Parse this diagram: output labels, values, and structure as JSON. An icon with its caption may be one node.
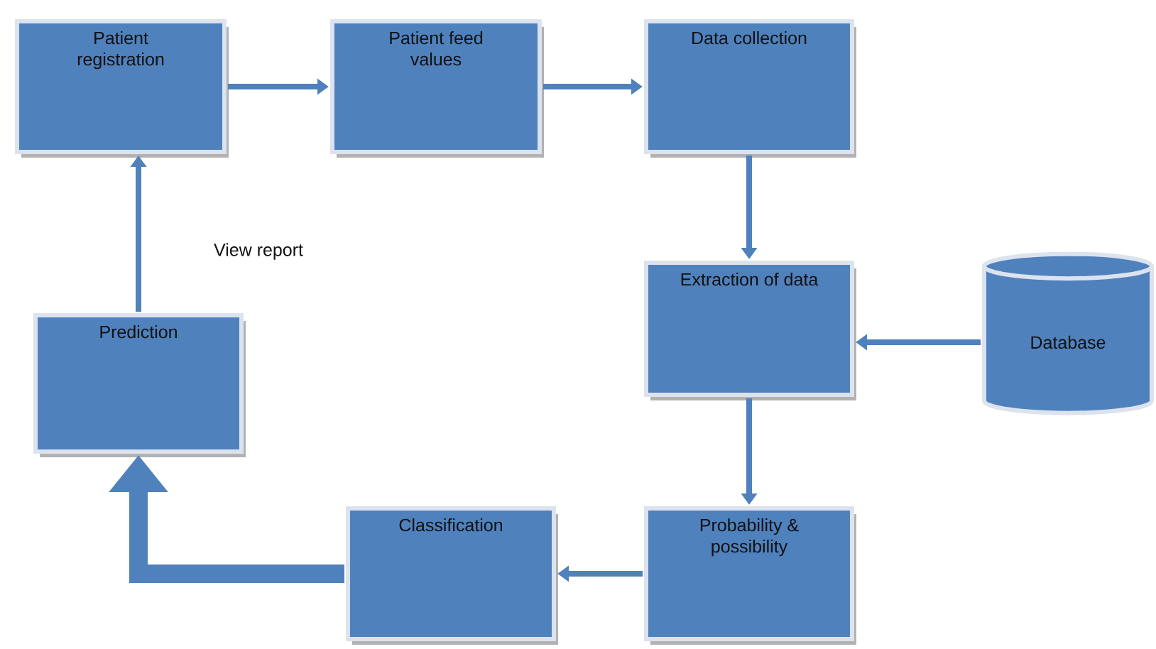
{
  "diagram": {
    "nodes": [
      {
        "text": [
          "Patient registration"
        ]
      },
      {
        "text": [
          "Patient feed values"
        ]
      },
      {
        "text": [
          "Data collection"
        ]
      },
      {
        "text": [
          "Extraction of data"
        ]
      },
      {
        "text": [
          "Database"
        ]
      },
      {
        "text": [
          "Probability & possibility"
        ]
      },
      {
        "text": [
          "Classification"
        ]
      },
      {
        "text": [
          "Prediction"
        ]
      }
    ],
    "edges": [
      {
        "from": 0,
        "to": 1,
        "arrow": "to"
      },
      {
        "from": 1,
        "to": 2,
        "arrow": "to"
      },
      {
        "from": 2,
        "to": 3,
        "arrow": "to"
      },
      {
        "from": 4,
        "to": 3,
        "arrow": "to"
      },
      {
        "from": 3,
        "to": 5,
        "arrow": "to"
      },
      {
        "from": 5,
        "to": 6,
        "arrow": "to"
      },
      {
        "from": 6,
        "to": 7,
        "arrow": "to",
        "style": "thick"
      },
      {
        "from": 7,
        "to": 0,
        "arrow": "to",
        "label": "View report"
      }
    ]
  }
}
